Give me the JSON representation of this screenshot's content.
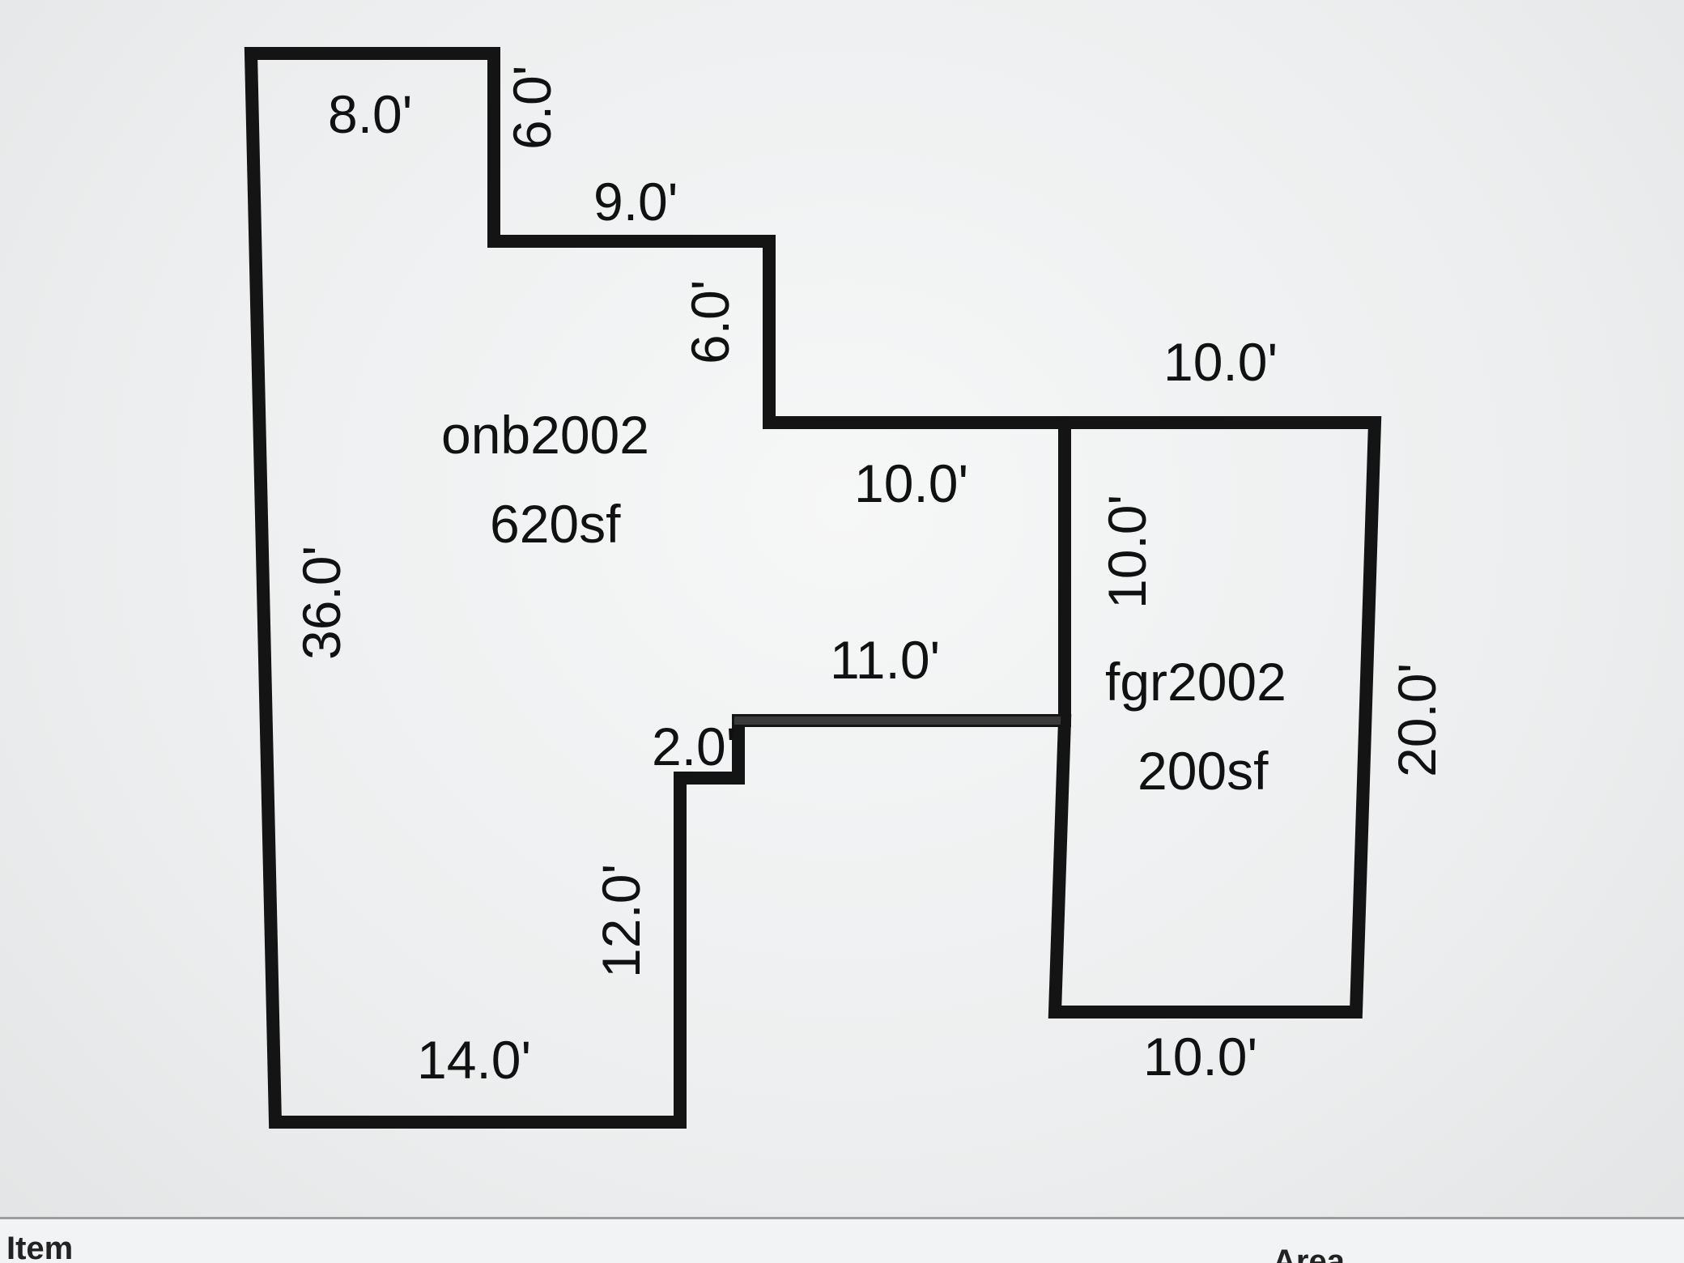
{
  "sketch": {
    "rooms": [
      {
        "label": "onb2002",
        "area": "620sf"
      },
      {
        "label": "fgr2002",
        "area": "200sf"
      }
    ],
    "dimensions": {
      "top_left": "8.0'",
      "notch_upper_vertical": "6.0'",
      "step_horizontal": "9.0'",
      "step_vertical": "6.0'",
      "garage_top": "10.0'",
      "shared_upper": "10.0'",
      "garage_left": "10.0'",
      "shared_lower": "11.0'",
      "garage_right": "20.0'",
      "small_jog": "2.0'",
      "lower_inner": "12.0'",
      "left_side": "36.0'",
      "bottom_left": "14.0'",
      "garage_bottom": "10.0'"
    }
  },
  "table": {
    "columns": [
      "Item",
      "Area"
    ]
  }
}
